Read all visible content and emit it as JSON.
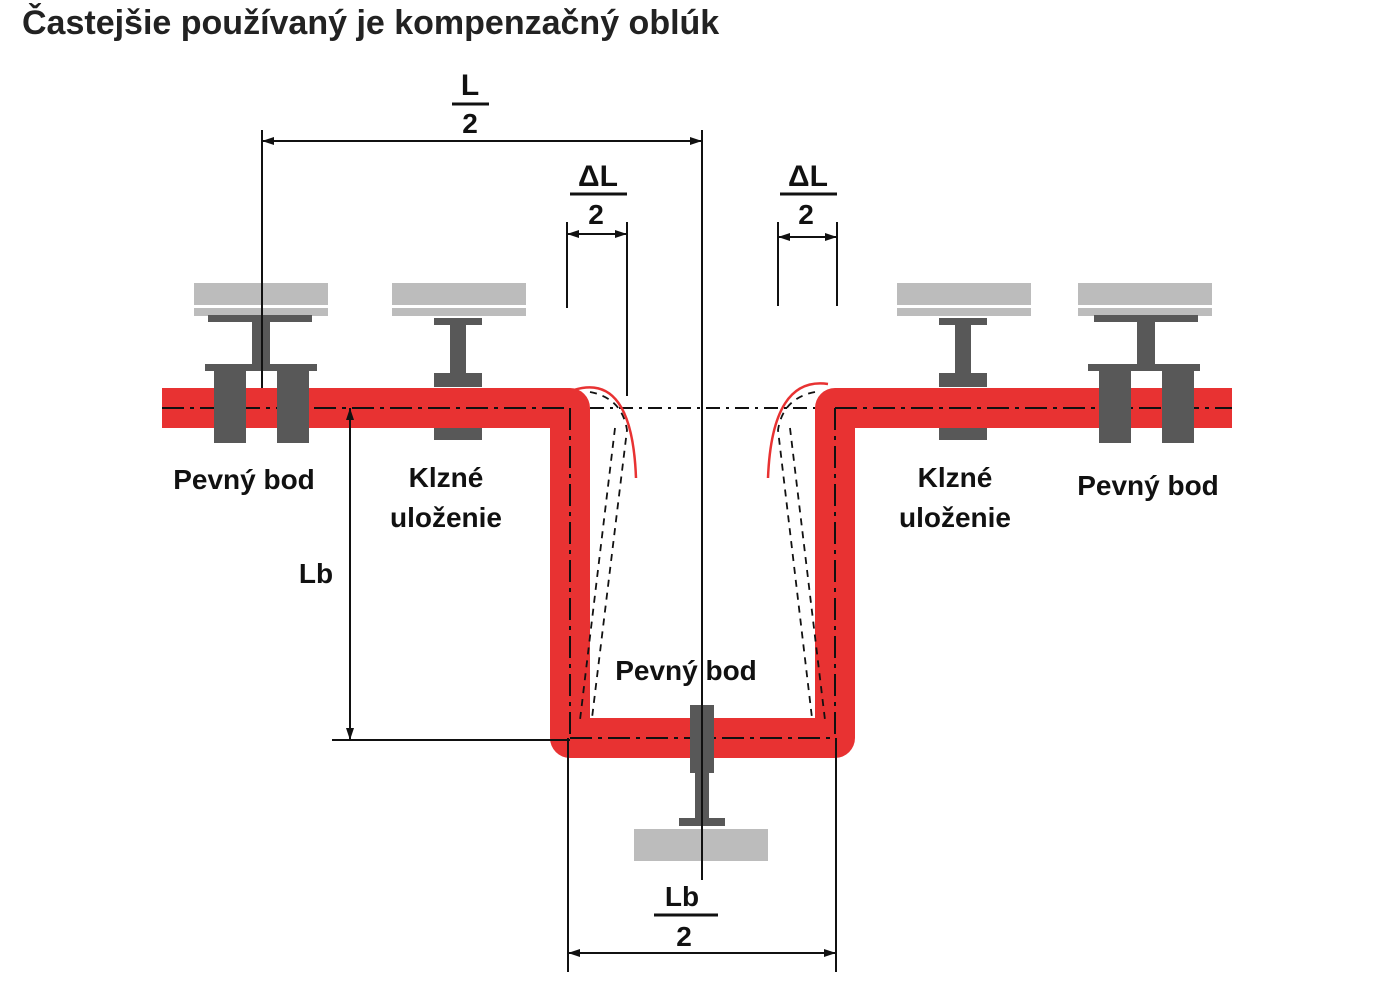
{
  "title": "Častejšie používaný je kompenzačný oblúk",
  "labels": {
    "fixed_point": "Pevný bod",
    "sliding_line1": "Klzné",
    "sliding_line2": "uloženie",
    "lb": "Lb"
  },
  "dimensions": {
    "half_length": {
      "numerator": "L",
      "denominator": "2"
    },
    "delta_left": {
      "numerator": "ΔL",
      "denominator": "2"
    },
    "delta_right": {
      "numerator": "ΔL",
      "denominator": "2"
    },
    "half_lb": {
      "numerator": "Lb",
      "denominator": "2"
    }
  },
  "colors": {
    "pipe": "#e83232",
    "support": "#585858",
    "support_plate": "#bcbcbc",
    "dimension_line": "#111111",
    "displaced_pipe": "#e83232"
  }
}
